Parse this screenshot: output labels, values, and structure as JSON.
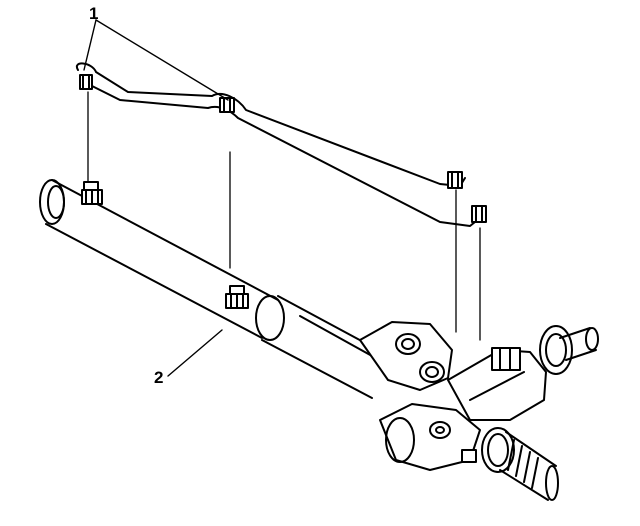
{
  "diagram": {
    "callouts": [
      {
        "number": "1",
        "part": "pipe-assembly"
      },
      {
        "number": "2",
        "part": "steering-gear-rack-housing"
      }
    ]
  },
  "colors": {
    "line": "#000000",
    "fill": "#ffffff"
  }
}
